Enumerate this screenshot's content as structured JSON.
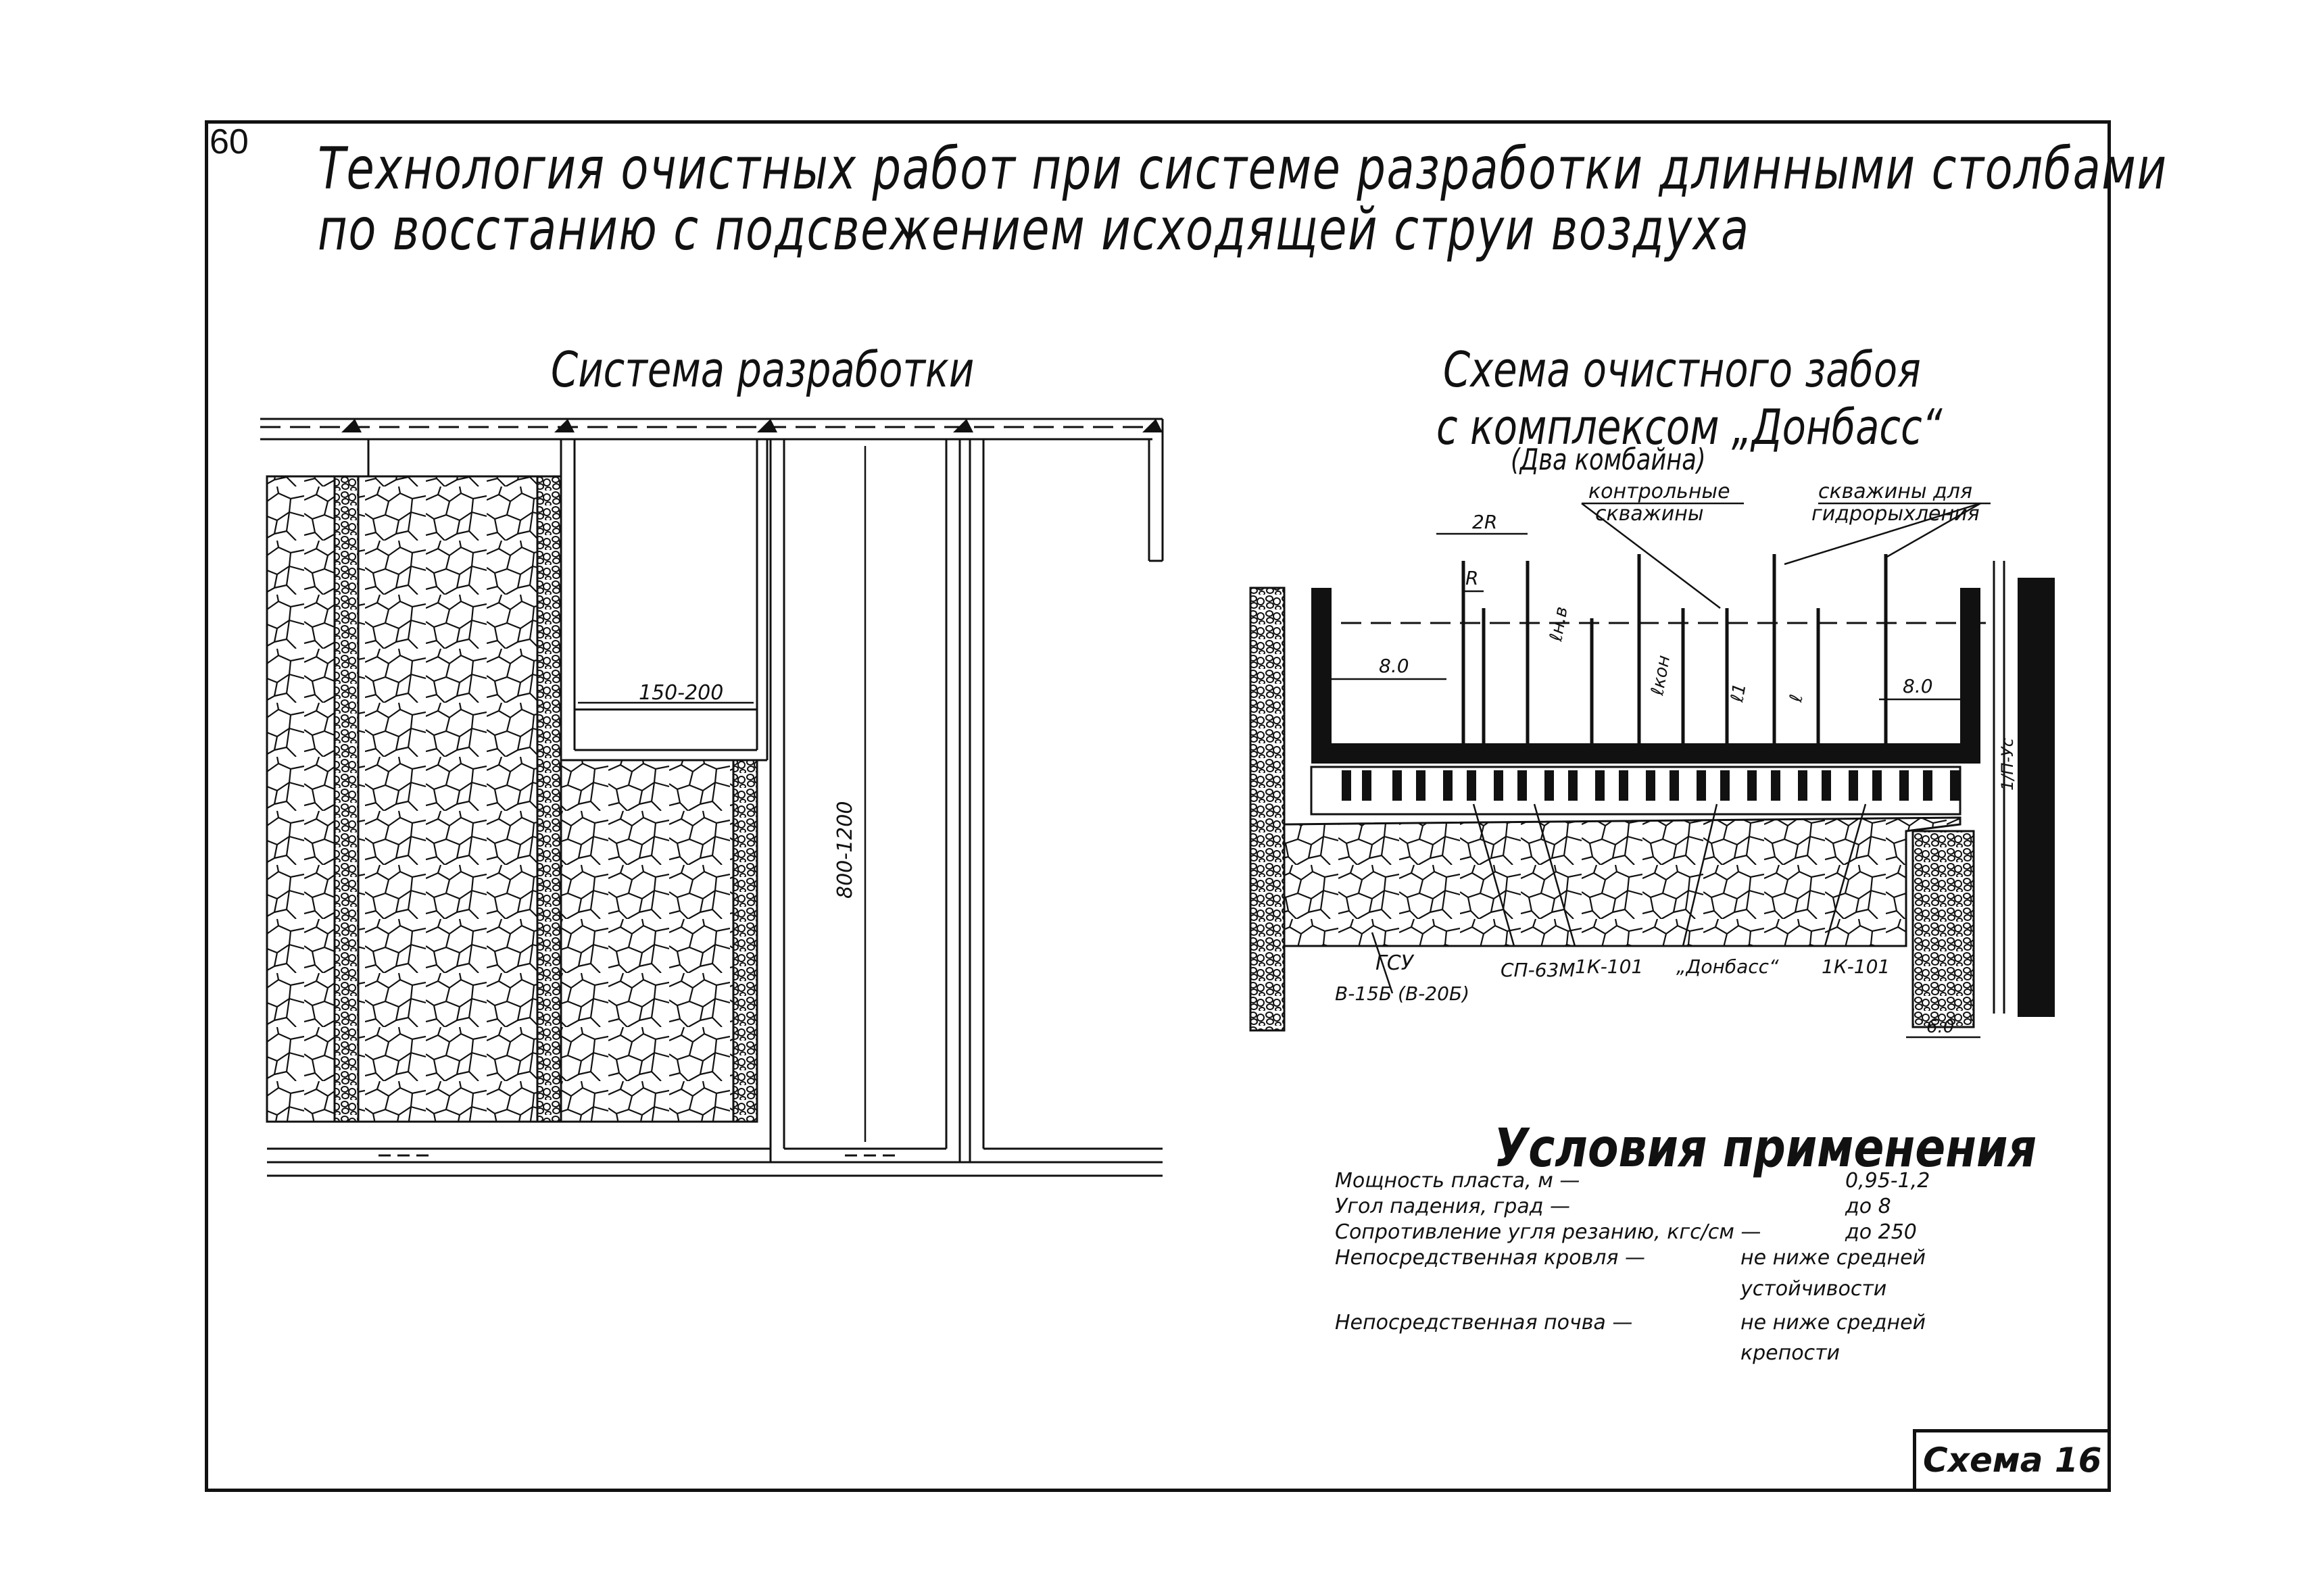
{
  "page_number": "60",
  "title": {
    "line1": "Технология очистных работ при системе разработки длинными столбами",
    "line2": "по восстанию с подсвежением исходящей струи воздуха"
  },
  "left_diagram": {
    "title": "Система разработки",
    "dim_short": "150-200",
    "dim_long": "800-1200"
  },
  "right_diagram": {
    "title_line1": "Схема очистного забоя",
    "title_line2": "с комплексом „Донбасс“",
    "title_line3": "(Два комбайна)",
    "callout_control": "контрольные",
    "callout_control2": "скважины",
    "callout_wells": "скважины для",
    "callout_wells2": "гидрорыхления",
    "dim_2r": "2R",
    "dim_r": "R",
    "dim_left": "8.0",
    "dim_right": "8.0",
    "dim_lkon": "ℓкон",
    "dim_lnv": "ℓн.в",
    "dim_l1": "ℓ1",
    "dim_l": "ℓ",
    "dim_vert": "1/П-Ус",
    "dim_bottom": "6.0",
    "label_gsu": "ГСУ",
    "label_gsu2": "В-15Б (В-20Б)",
    "label_sp": "СП-63М",
    "label_1k_a": "1К-101",
    "label_donbass": "„Донбасс“",
    "label_1k_b": "1К-101"
  },
  "conditions": {
    "title": "Условия применения",
    "rows": [
      {
        "label": "Мощность пласта, м —",
        "value": "0,95-1,2"
      },
      {
        "label": "Угол падения, град —",
        "value": "до 8"
      },
      {
        "label": "Сопротивление угля резанию, кгс/см —",
        "value": "до 250"
      },
      {
        "label": "Непосредственная кровля —",
        "value": "не ниже средней"
      },
      {
        "label": "",
        "value": "устойчивости"
      },
      {
        "label": "Непосредственная почва —",
        "value": "не ниже средней"
      },
      {
        "label": "",
        "value": "крепости"
      }
    ]
  },
  "scheme_label": "Схема 16"
}
